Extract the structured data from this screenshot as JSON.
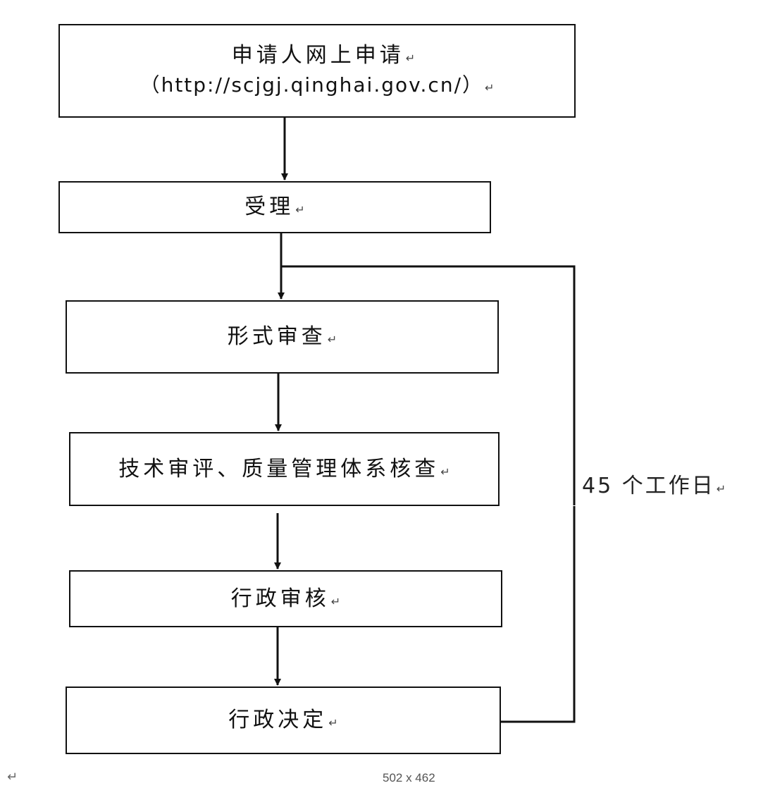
{
  "flow": {
    "steps": [
      {
        "title": "申请人网上申请",
        "subtitle": "（http://scjgj.qinghai.gov.cn/）"
      },
      {
        "title": "受理"
      },
      {
        "title": "形式审查"
      },
      {
        "title": "技术审评、质量管理体系核查"
      },
      {
        "title": "行政审核"
      },
      {
        "title": "行政决定"
      }
    ],
    "duration_label": "45 个工作日",
    "line_mark": "↵"
  },
  "footer": {
    "corner_mark": "↵",
    "image_size": "502 x 462"
  },
  "colors": {
    "line": "#111111",
    "background": "#ffffff"
  }
}
